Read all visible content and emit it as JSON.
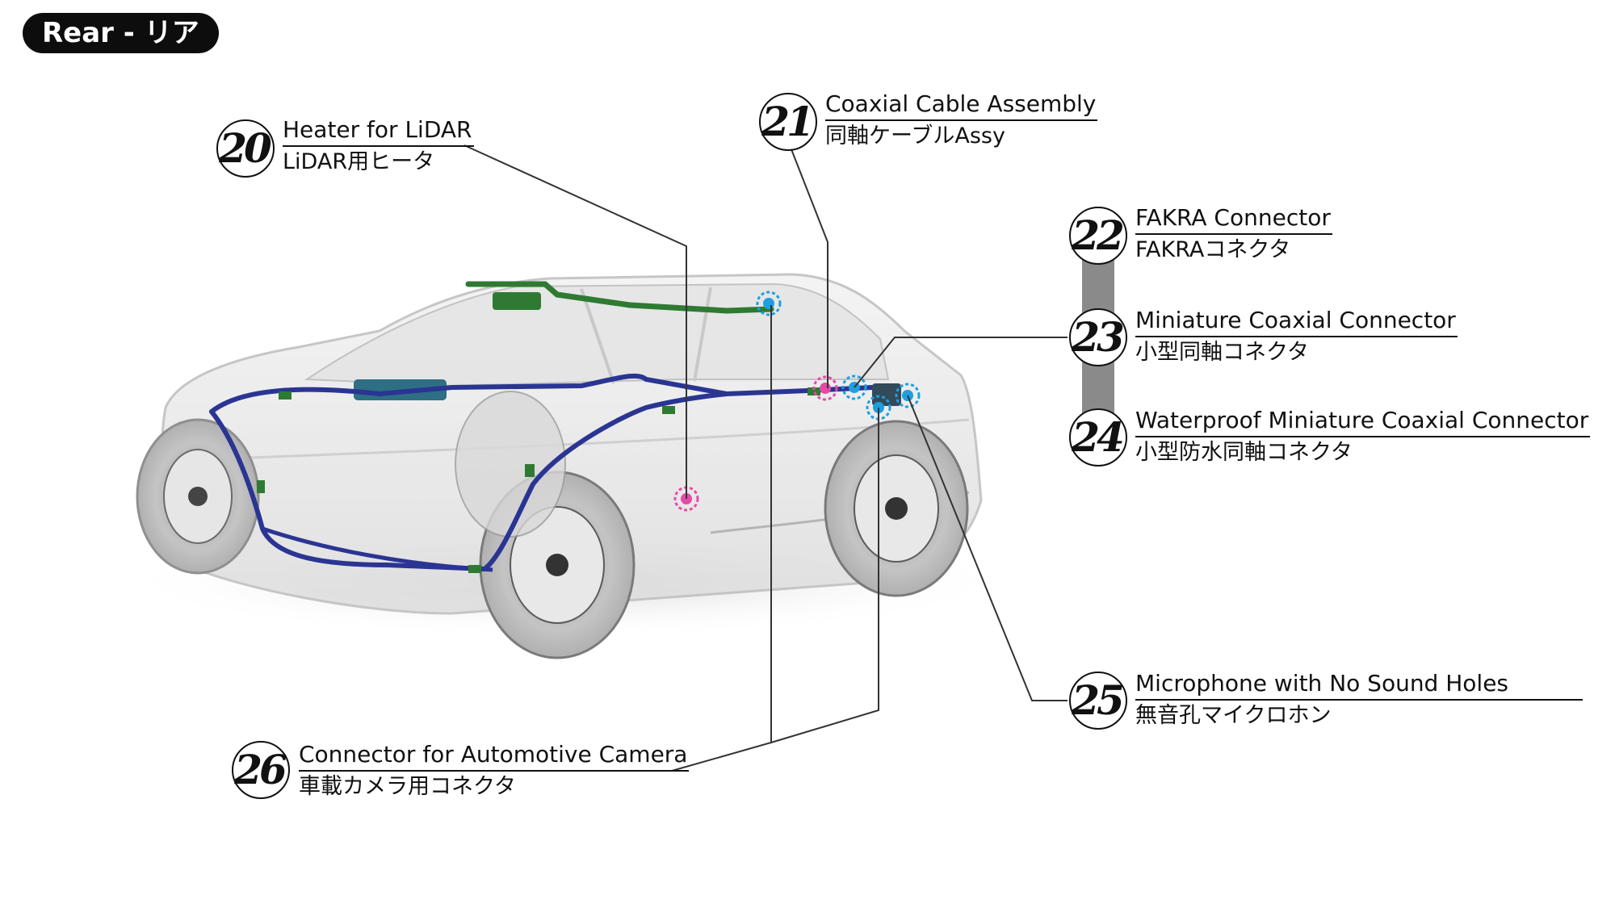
{
  "section_label": "Rear - リア",
  "callouts": [
    {
      "num": "20",
      "en": "Heater for LiDAR",
      "ja": "LiDAR用ヒータ"
    },
    {
      "num": "21",
      "en": "Coaxial Cable Assembly",
      "ja": "同軸ケーブルAssy"
    },
    {
      "num": "22",
      "en": "FAKRA Connector",
      "ja": "FAKRAコネクタ"
    },
    {
      "num": "23",
      "en": "Miniature Coaxial Connector",
      "ja": "小型同軸コネクタ"
    },
    {
      "num": "24",
      "en": "Waterproof Miniature Coaxial Connector",
      "ja": "小型防水同軸コネクタ"
    },
    {
      "num": "25",
      "en": "Microphone with No Sound Holes",
      "ja": "無音孔マイクロホン"
    },
    {
      "num": "26",
      "en": "Connector for Automotive Camera",
      "ja": "車載カメラ用コネクタ"
    }
  ],
  "colors": {
    "harness": "#2a3593",
    "roof_harness": "#2f7a33",
    "marker_blue": "#1d9fe0",
    "marker_pink": "#e64aa8",
    "connector_bar": "#8a8a8a",
    "pill_bg": "#0d0d0d"
  }
}
